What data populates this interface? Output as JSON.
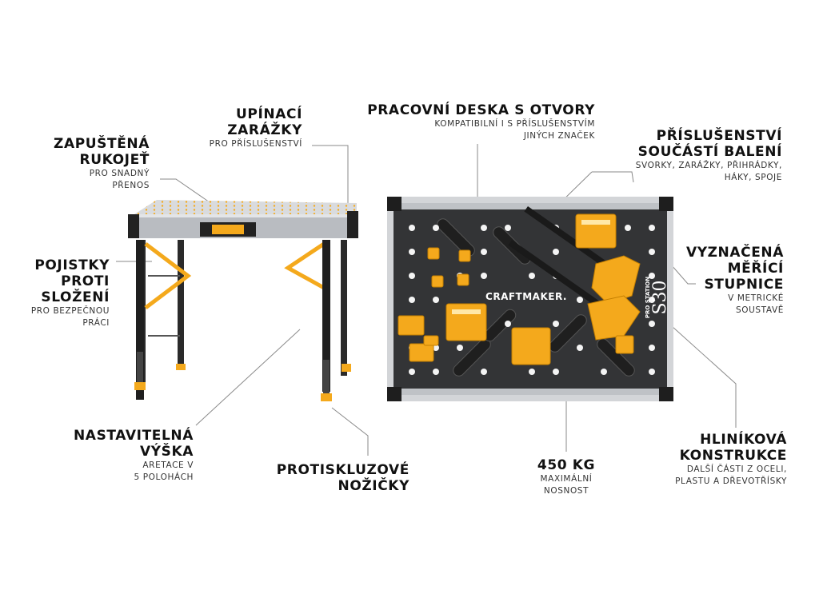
{
  "labels": {
    "handle": {
      "title": [
        "ZAPUŠTĚNÁ",
        "RUKOJEŤ"
      ],
      "sub": [
        "PRO SNADNÝ",
        "PŘENOS"
      ]
    },
    "stops": {
      "title": [
        "UPÍNACÍ",
        "ZARÁŽKY"
      ],
      "sub": [
        "PRO PŘÍSLUŠENSTVÍ"
      ]
    },
    "board": {
      "title": [
        "PRACOVNÍ DESKA S OTVORY"
      ],
      "sub": [
        "KOMPATIBILNÍ I S PŘÍSLUŠENSTVÍM",
        "JINÝCH ZNAČEK"
      ]
    },
    "accessories": {
      "title": [
        "PŘÍSLUŠENSTVÍ",
        "SOUČÁSTÍ BALENÍ"
      ],
      "sub": [
        "SVORKY, ZARÁŽKY, PŘIHRÁDKY,",
        "HÁKY, SPOJE"
      ]
    },
    "locks": {
      "title": [
        "POJISTKY",
        "PROTI",
        "SLOŽENÍ"
      ],
      "sub": [
        "PRO BEZPEČNOU",
        "PRÁCI"
      ]
    },
    "scale": {
      "title": [
        "VYZNAČENÁ",
        "MĚŘÍCÍ",
        "STUPNICE"
      ],
      "sub": [
        "V METRICKÉ",
        "SOUSTAVĚ"
      ]
    },
    "height": {
      "title": [
        "NASTAVITELNÁ",
        "VÝŠKA"
      ],
      "sub": [
        "ARETACE V",
        "5 POLOHÁCH"
      ]
    },
    "feet": {
      "title": [
        "PROTISKLUZOVÉ",
        "NOŽIČKY"
      ],
      "sub": []
    },
    "load": {
      "title": [
        "450 KG"
      ],
      "sub": [
        "MAXIMÁLNÍ",
        "NOSNOST"
      ]
    },
    "frame": {
      "title": [
        "HLINÍKOVÁ",
        "KONSTRUKCE"
      ],
      "sub": [
        "DALŠÍ ČÁSTI Z OCELI,",
        "PLASTU A DŘEVOTŘÍSKY"
      ]
    }
  },
  "board_brand": "CRAFTMAKER.",
  "board_model_small": "PRO STATION",
  "board_model": "S30",
  "colors": {
    "accent": "#f4a91c",
    "board": "#3a3a3a",
    "frame": "#c9ccd0",
    "leg": "#2a2a2a",
    "line": "#8a8a8a"
  }
}
